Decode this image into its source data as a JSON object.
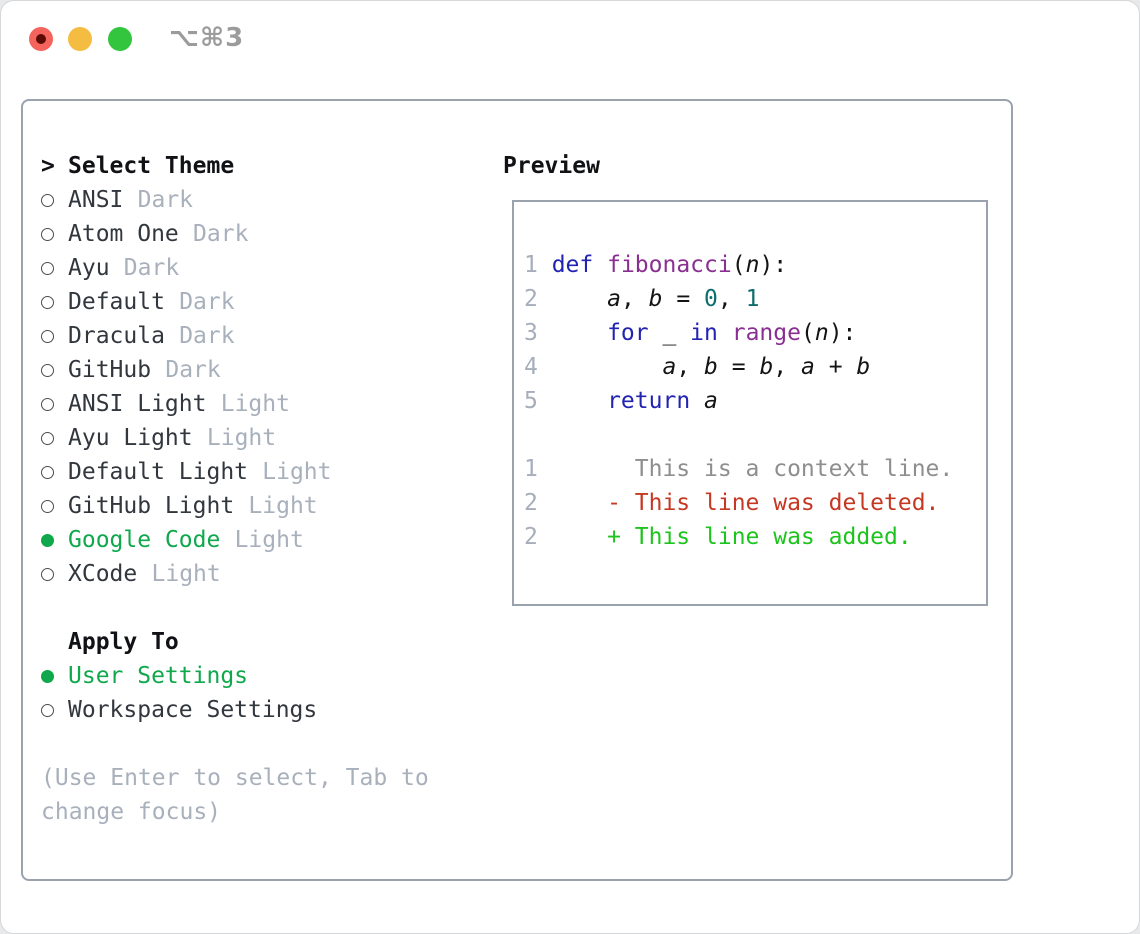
{
  "window": {
    "title": "⌥⌘3"
  },
  "titlebar_icons": {
    "close": "traffic-light-close",
    "minimize": "traffic-light-minimize",
    "zoom": "traffic-light-zoom"
  },
  "panel": {
    "header_prompt": ">",
    "header_label": "Select Theme",
    "themes": [
      {
        "name": "ANSI",
        "variant": "Dark",
        "selected": false
      },
      {
        "name": "Atom One",
        "variant": "Dark",
        "selected": false
      },
      {
        "name": "Ayu",
        "variant": "Dark",
        "selected": false
      },
      {
        "name": "Default",
        "variant": "Dark",
        "selected": false
      },
      {
        "name": "Dracula",
        "variant": "Dark",
        "selected": false
      },
      {
        "name": "GitHub",
        "variant": "Dark",
        "selected": false
      },
      {
        "name": "ANSI Light",
        "variant": "Light",
        "selected": false
      },
      {
        "name": "Ayu Light",
        "variant": "Light",
        "selected": false
      },
      {
        "name": "Default Light",
        "variant": "Light",
        "selected": false
      },
      {
        "name": "GitHub Light",
        "variant": "Light",
        "selected": false
      },
      {
        "name": "Google Code",
        "variant": "Light",
        "selected": true
      },
      {
        "name": "XCode",
        "variant": "Light",
        "selected": false
      }
    ],
    "apply_to": {
      "label": "Apply To",
      "options": [
        {
          "name": "User Settings",
          "selected": true
        },
        {
          "name": "Workspace Settings",
          "selected": false
        }
      ]
    },
    "help_text": "(Use Enter to select, Tab to\nchange focus)"
  },
  "preview": {
    "label": "Preview",
    "lines": [
      {
        "num": "1",
        "segments": [
          {
            "text": "def",
            "style": "keyword"
          },
          {
            "text": " ",
            "style": "plain"
          },
          {
            "text": "fibonacci",
            "style": "function"
          },
          {
            "text": "(",
            "style": "plain"
          },
          {
            "text": "n",
            "style": "variable"
          },
          {
            "text": "):",
            "style": "plain"
          }
        ]
      },
      {
        "num": "2",
        "segments": [
          {
            "text": "    ",
            "style": "plain"
          },
          {
            "text": "a",
            "style": "variable"
          },
          {
            "text": ", ",
            "style": "plain"
          },
          {
            "text": "b",
            "style": "variable"
          },
          {
            "text": " = ",
            "style": "plain"
          },
          {
            "text": "0",
            "style": "literal"
          },
          {
            "text": ", ",
            "style": "plain"
          },
          {
            "text": "1",
            "style": "literal"
          }
        ]
      },
      {
        "num": "3",
        "segments": [
          {
            "text": "    ",
            "style": "plain"
          },
          {
            "text": "for",
            "style": "keyword"
          },
          {
            "text": " _ ",
            "style": "plain"
          },
          {
            "text": "in",
            "style": "keyword"
          },
          {
            "text": " ",
            "style": "plain"
          },
          {
            "text": "range",
            "style": "function"
          },
          {
            "text": "(",
            "style": "plain"
          },
          {
            "text": "n",
            "style": "variable"
          },
          {
            "text": "):",
            "style": "plain"
          }
        ]
      },
      {
        "num": "4",
        "segments": [
          {
            "text": "        ",
            "style": "plain"
          },
          {
            "text": "a",
            "style": "variable"
          },
          {
            "text": ", ",
            "style": "plain"
          },
          {
            "text": "b",
            "style": "variable"
          },
          {
            "text": " = ",
            "style": "plain"
          },
          {
            "text": "b",
            "style": "variable"
          },
          {
            "text": ", ",
            "style": "plain"
          },
          {
            "text": "a",
            "style": "variable"
          },
          {
            "text": " + ",
            "style": "plain"
          },
          {
            "text": "b",
            "style": "variable"
          }
        ]
      },
      {
        "num": "5",
        "segments": [
          {
            "text": "    ",
            "style": "plain"
          },
          {
            "text": "return",
            "style": "keyword"
          },
          {
            "text": " ",
            "style": "plain"
          },
          {
            "text": "a",
            "style": "variable"
          }
        ]
      },
      {
        "blank": true
      },
      {
        "num": "1",
        "segments": [
          {
            "text": "      This is a context line.",
            "style": "context"
          }
        ]
      },
      {
        "num": "2",
        "segments": [
          {
            "text": "    - This line was deleted.",
            "style": "deleted"
          }
        ]
      },
      {
        "num": "2",
        "segments": [
          {
            "text": "    + This line was added.",
            "style": "added"
          }
        ]
      }
    ]
  },
  "colors": {
    "accent-green": "#0fa84c",
    "keyword": "#2323b2",
    "function": "#8a2f92",
    "literal": "#0e6e6e",
    "line-number": "#a6aebb",
    "muted": "#a8b0bc",
    "text-dark": "#32373e",
    "header-black": "#101215",
    "context": "#8e8e8e",
    "deleted": "#c53822",
    "added": "#1ec41e",
    "panel-border": "#9aa2ae",
    "title-gray": "#9b9b9b",
    "traffic-red": "#f4645c",
    "traffic-red-dot": "#5c0b04",
    "traffic-yellow": "#f5bc42",
    "traffic-green": "#34c53e"
  }
}
